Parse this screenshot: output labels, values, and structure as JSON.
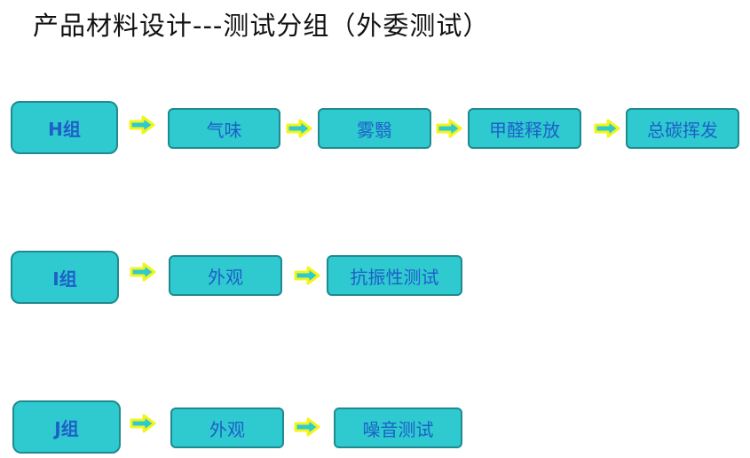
{
  "title": "产品材料设计---测试分组（外委测试）",
  "colors": {
    "box_fill": "#2ecad0",
    "box_border": "#1f8a8f",
    "box_text": "#1e5fc8",
    "arrow_fill": "#2ecad0",
    "arrow_outline": "#f4f41a"
  },
  "rows": [
    {
      "group": "H组",
      "steps": [
        "气味",
        "雾翳",
        "甲醛释放",
        "总碳挥发"
      ]
    },
    {
      "group": "I组",
      "steps": [
        "外观",
        "抗振性测试"
      ]
    },
    {
      "group": "J组",
      "steps": [
        "外观",
        "噪音测试"
      ]
    }
  ]
}
